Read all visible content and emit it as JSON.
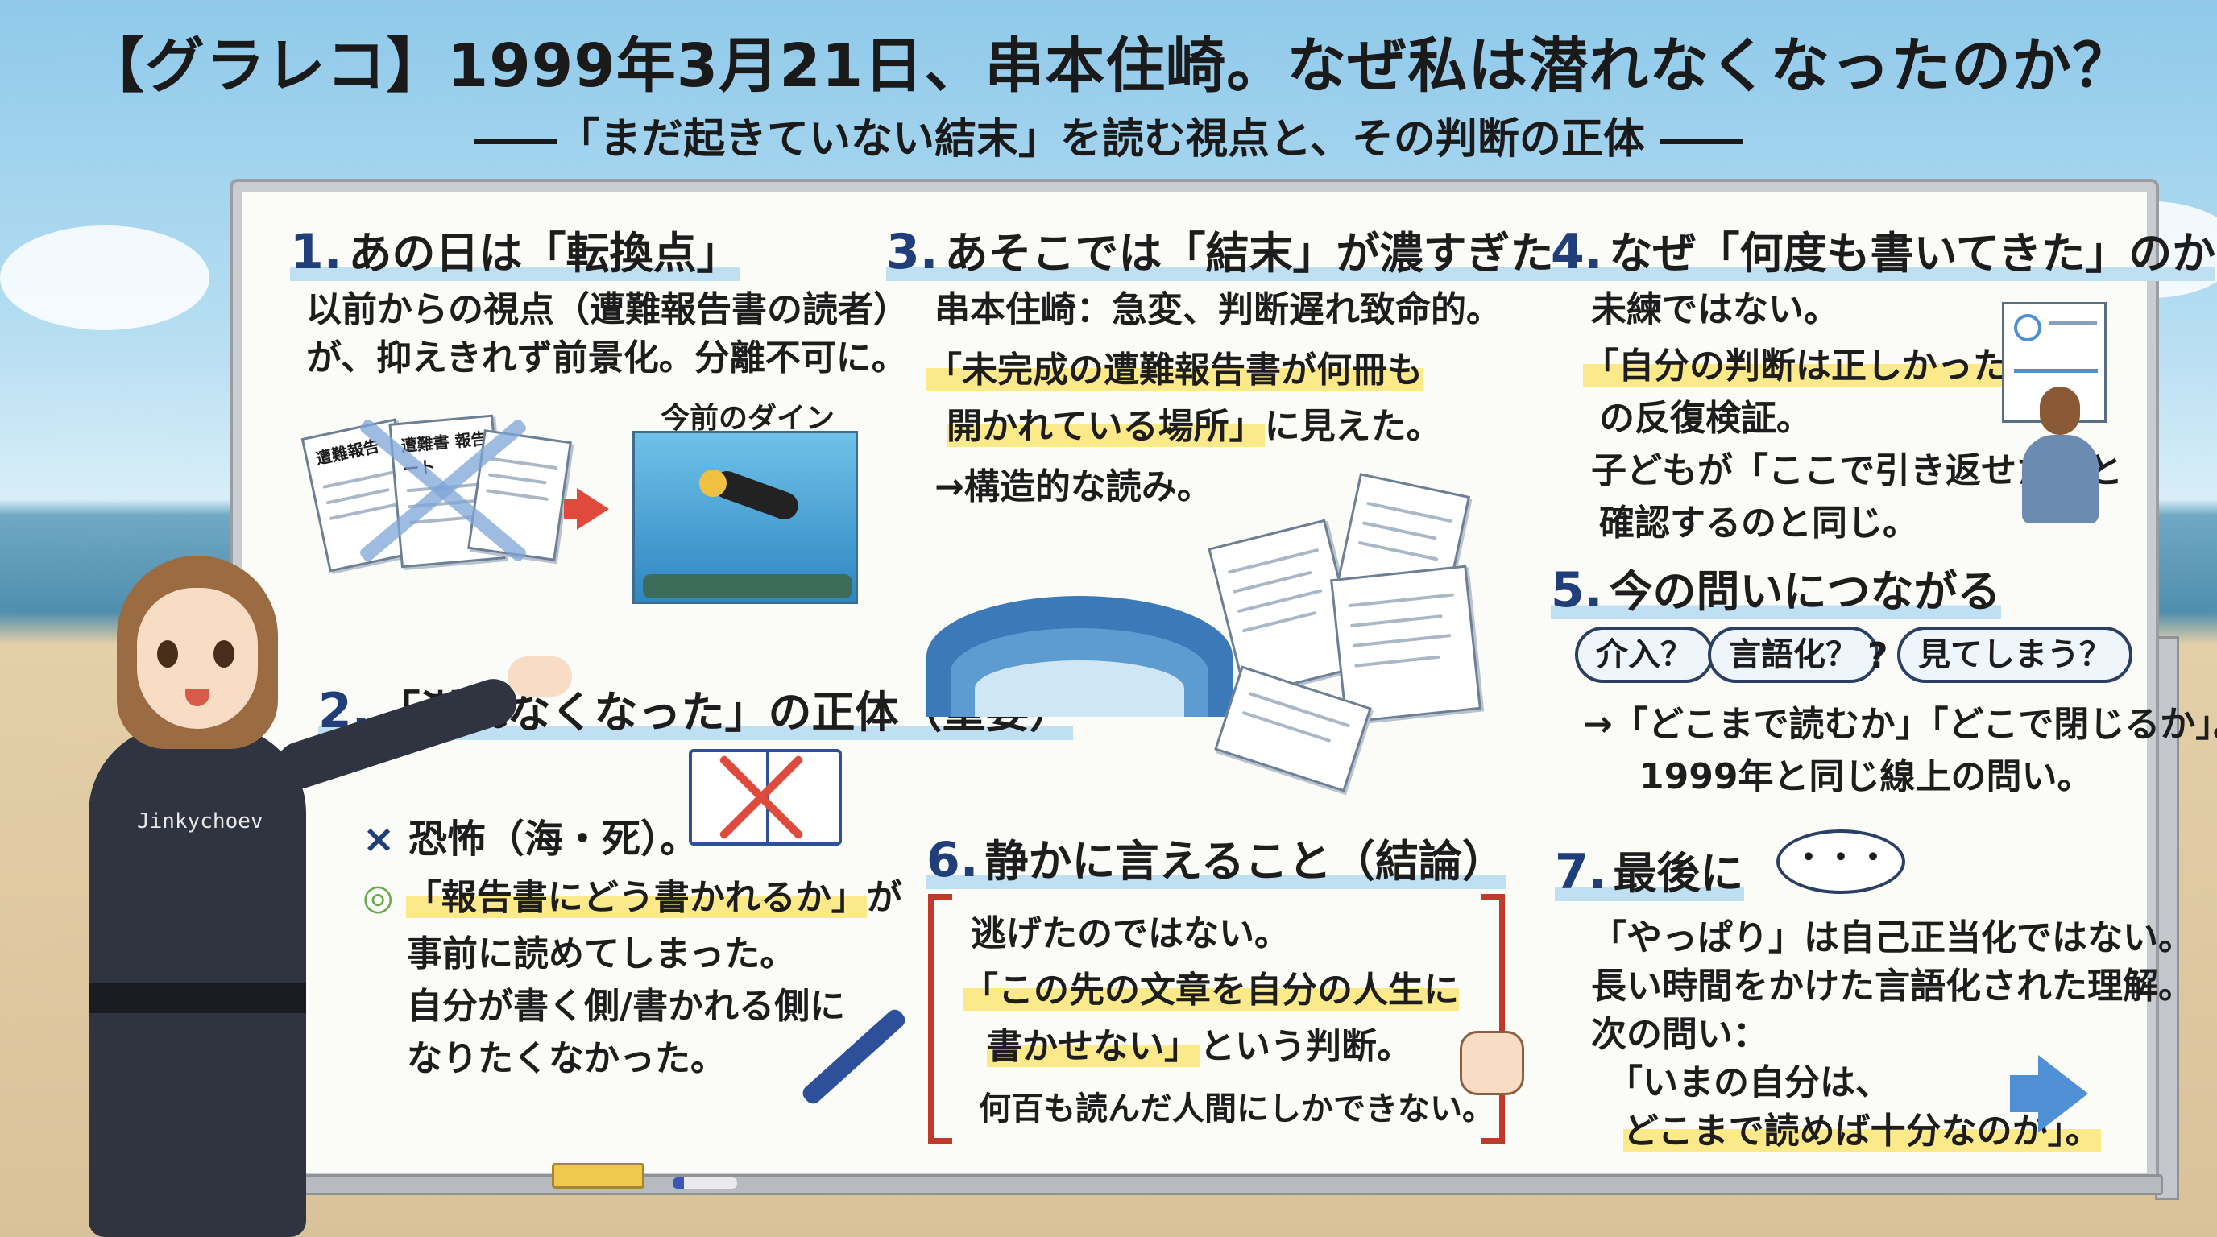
{
  "title": "【グラレコ】1999年3月21日、串本住崎。なぜ私は潜れなくなったのか？",
  "subtitle": "――「まだ起きていない結末」を読む視点と、その判断の正体 ――",
  "s1": {
    "num": "1.",
    "heading": "あの日は「転換点」",
    "lines": [
      "以前からの視点（遭難報告書の読者）",
      "が、抑えきれず前景化。分離不可に。"
    ],
    "caption": "今前のダイン",
    "doc_label_1": "遭難報告",
    "doc_label_2": "遭難書 報告ート"
  },
  "s2": {
    "num": "2.",
    "heading": "「潜れなくなった」の正体（重要）",
    "x_mark": "×",
    "x_text": "恐怖（海・死）。",
    "o_mark": "◎",
    "o_text_hl": "「報告書にどう書かれるか」",
    "o_text_rest": "が",
    "lines": [
      "事前に読めてしまった。",
      "自分が書く側/書かれる側に",
      "なりたくなかった。"
    ]
  },
  "s3": {
    "num": "3.",
    "heading": "あそこでは「結末」が濃すぎた",
    "line1": "串本住崎：急変、判断遅れ致命的。",
    "hl1": "「未完成の遭難報告書が何冊も",
    "hl2": "開かれている場所」",
    "hl2_rest": "に見えた。",
    "line4": "→構造的な読み。"
  },
  "s4": {
    "num": "4.",
    "heading": "なぜ「何度も書いてきた」のか",
    "line1": "未練ではない。",
    "hl": "「自分の判断は正しかったか」",
    "line3": "の反復検証。",
    "line4": "子どもが「ここで引き返せた」と",
    "line5": "確認するのと同じ。"
  },
  "s5": {
    "num": "5.",
    "heading": "今の問いにつながる",
    "bubbles": [
      "介入？",
      "言語化？",
      "見てしまう？"
    ],
    "q_mark": "?",
    "line1": "→「どこまで読むか」「どこで閉じるか」。",
    "line2": "1999年と同じ線上の問い。"
  },
  "s6": {
    "num": "6.",
    "heading": "静かに言えること（結論）",
    "line1": "逃げたのではない。",
    "hl1": "「この先の文章を自分の人生に",
    "hl2": "書かせない」",
    "hl2_rest": "という判断。",
    "line4": "何百も読んだ人間にしかできない。"
  },
  "s7": {
    "num": "7.",
    "heading": "最後に",
    "dots": "・・・",
    "line1": "「やっぱり」は自己正当化ではない。",
    "line2": "長い時間をかけた言語化された理解。",
    "line3": "次の問い：",
    "line4": "「いまの自分は、",
    "hl": "どこまで読めば十分なのか」。"
  },
  "suit_text": "Jinkychoev",
  "colors": {
    "accent_blue": "#1f3e7a",
    "highlight_yellow": "#fbe98a",
    "bracket_red": "#c0392b",
    "arrow_blue": "#4f8fd6"
  }
}
